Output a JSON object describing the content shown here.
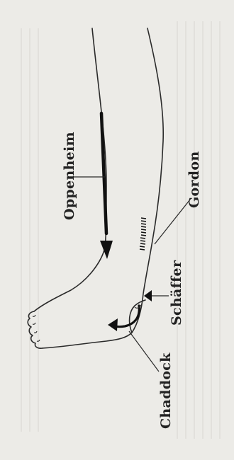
{
  "figure": {
    "labels": {
      "oppenheim": "Oppenheim",
      "gordon": "Gordon",
      "schaffer": "Schäffer",
      "chaddock": "Chaddock"
    },
    "icons": [
      "leg-outline",
      "oppenheim-stroke-arrow",
      "gordon-squeeze-hatch",
      "schaffer-pinch-mark",
      "chaddock-stroke-arrow"
    ],
    "colors": {
      "background": "#ecebe7",
      "ink": "#222222",
      "bleed_through_text": "#d6d4ce"
    }
  }
}
